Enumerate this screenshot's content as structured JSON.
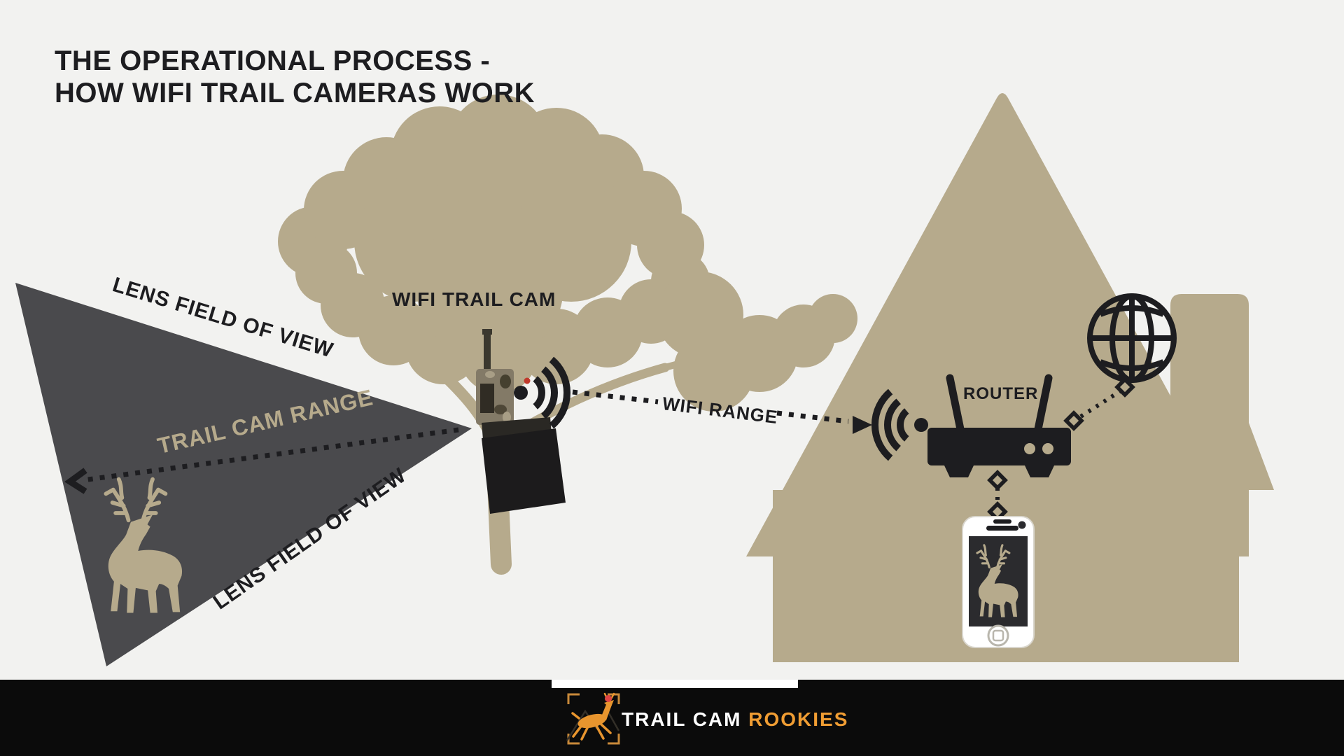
{
  "title": {
    "line1": "THE OPERATIONAL PROCESS -",
    "line2": "HOW WIFI TRAIL CAMERAS WORK"
  },
  "diagram": {
    "labels": {
      "lens_field_top": "LENS FIELD OF VIEW",
      "trail_cam_range": "TRAIL CAM RANGE",
      "lens_field_bottom": "LENS FIELD OF VIEW",
      "wifi_trail_cam": "WIFI TRAIL CAM",
      "wifi_range": "WIFI RANGE",
      "router": "ROUTER"
    },
    "icons": {
      "camera_signal": "wifi-waves-right",
      "house_signal": "wifi-waves-left",
      "internet": "globe-grid",
      "router": "router-two-antennas",
      "phone": "smartphone-deer-photo",
      "connector": "diamond-dotted-link",
      "range_arrow": "dotted-arrow-left",
      "wifi_arrow": "dotted-arrow-right"
    }
  },
  "footer": {
    "brand_primary": "TRAIL CAM",
    "brand_accent": "ROOKIES",
    "logo": "deer-in-crosshair-icon"
  },
  "colors": {
    "background": "#f2f2f0",
    "tan": "#b6aa8c",
    "cone_gray": "#4a4a4d",
    "ink": "#1d1d20",
    "footer_bg": "#0b0b0b",
    "brand_orange": "#f09d33",
    "logo_orange": "#e8952e",
    "logo_red": "#e04545",
    "white": "#ffffff",
    "screen_dark": "#2b2b2e"
  }
}
